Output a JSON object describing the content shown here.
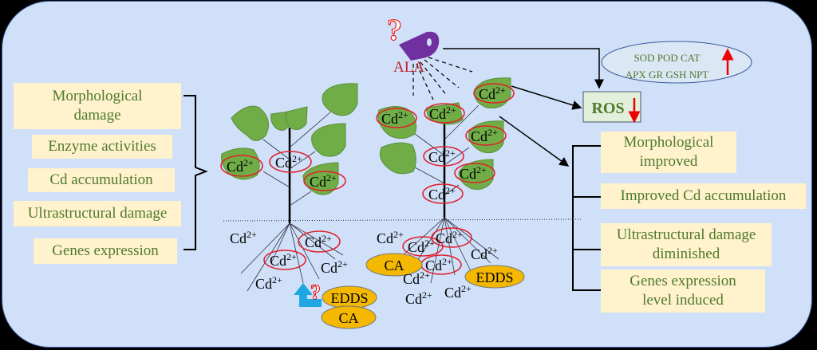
{
  "left_effects": [
    "Morphological damage",
    "Enzyme activities",
    "Cd accumulation",
    "Ultrastructural damage",
    "Genes expression"
  ],
  "right_effects": [
    "Morphological improved",
    "Improved Cd accumulation",
    "Ultrastructural damage diminished",
    "Genes expression level induced"
  ],
  "ala": {
    "label": "ALA",
    "question": "?"
  },
  "antioxidants": {
    "line1": "SOD POD CAT",
    "line2": "APX GR GSH NPT"
  },
  "ros": {
    "label": "ROS"
  },
  "ion": {
    "base": "Cd",
    "charge": "2+"
  },
  "chelators": {
    "edds": "EDDS",
    "ca": "CA"
  },
  "colors": {
    "background": "#cfe0f8",
    "box_fill": "#fff2cc",
    "box_text": "#4e7a2e",
    "leaf": "#70ad47",
    "ion_ring": "#e0202a",
    "ala_shape": "#7030a0",
    "chelator_fill": "#f5b800",
    "uptake_arrow": "#1ea7e0",
    "ros_fill": "#e2efda"
  }
}
